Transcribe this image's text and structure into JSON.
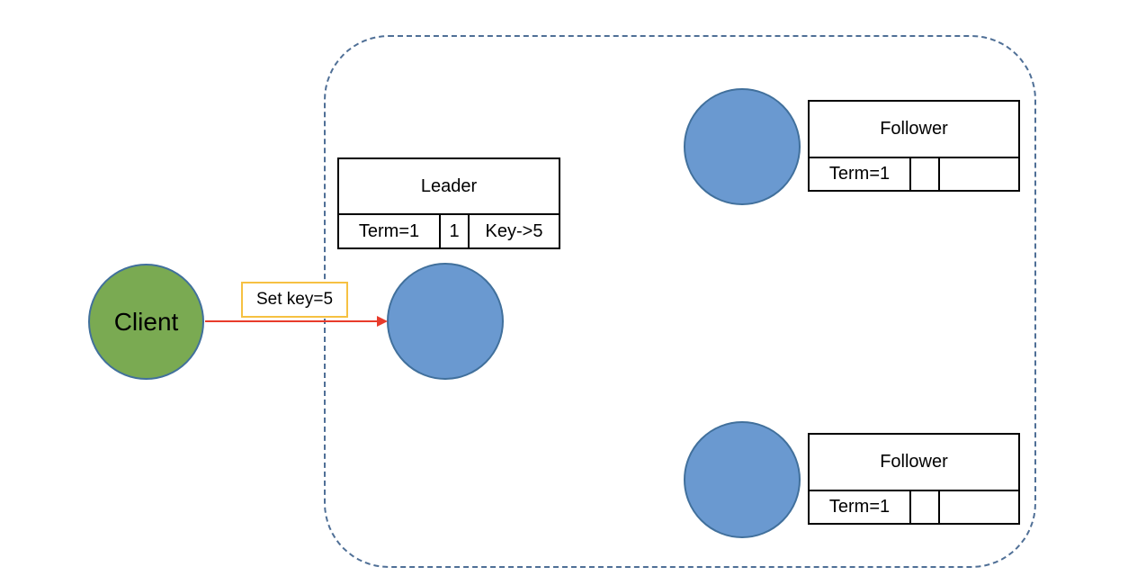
{
  "colors": {
    "client_fill": "#7aaa52",
    "node_fill": "#6a99d0",
    "node_border": "#41709c",
    "arrow": "#e83b2b",
    "message_border": "#f6c142",
    "cluster_border": "#4f6f96"
  },
  "client": {
    "label": "Client"
  },
  "message": {
    "label": "Set key=5"
  },
  "leader": {
    "title": "Leader",
    "term": "Term=1",
    "index": "1",
    "entry": "Key->5"
  },
  "followers": [
    {
      "title": "Follower",
      "term": "Term=1",
      "index": "",
      "entry": ""
    },
    {
      "title": "Follower",
      "term": "Term=1",
      "index": "",
      "entry": ""
    }
  ]
}
